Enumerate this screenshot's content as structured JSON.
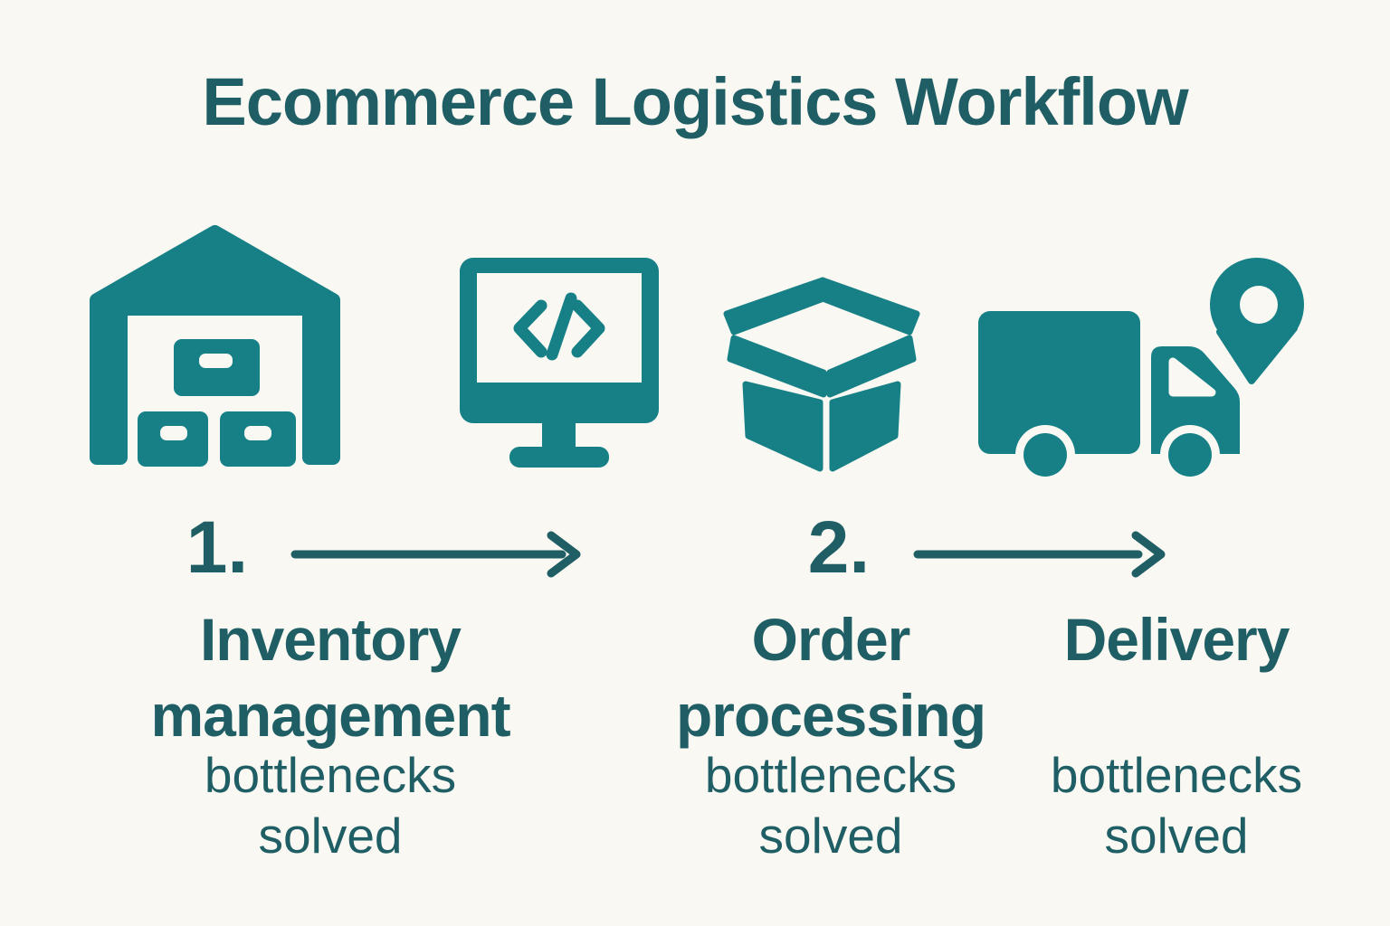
{
  "colors": {
    "background": "#f9f8f2",
    "icon_teal": "#168086",
    "text_teal": "#1f5e64"
  },
  "title": "Ecommerce Logistics Workflow",
  "steps": {
    "step1": {
      "number": "1."
    },
    "step2": {
      "number": "2."
    }
  },
  "icons": {
    "warehouse": "warehouse with boxes",
    "monitor": "computer monitor with code brackets",
    "box": "open shipping box",
    "truck": "delivery truck with location pin"
  },
  "labels": {
    "inventory": {
      "heading_line1": "Inventory",
      "heading_line2": "management",
      "sub_line1": "bottlenecks",
      "sub_line2": "solved"
    },
    "order": {
      "heading_line1": "Order",
      "heading_line2": "processing",
      "sub_line1": "bottlenecks",
      "sub_line2": "solved"
    },
    "delivery": {
      "heading_line1": "Delivery",
      "sub_line1": "bottlenecks",
      "sub_line2": "solved"
    }
  }
}
